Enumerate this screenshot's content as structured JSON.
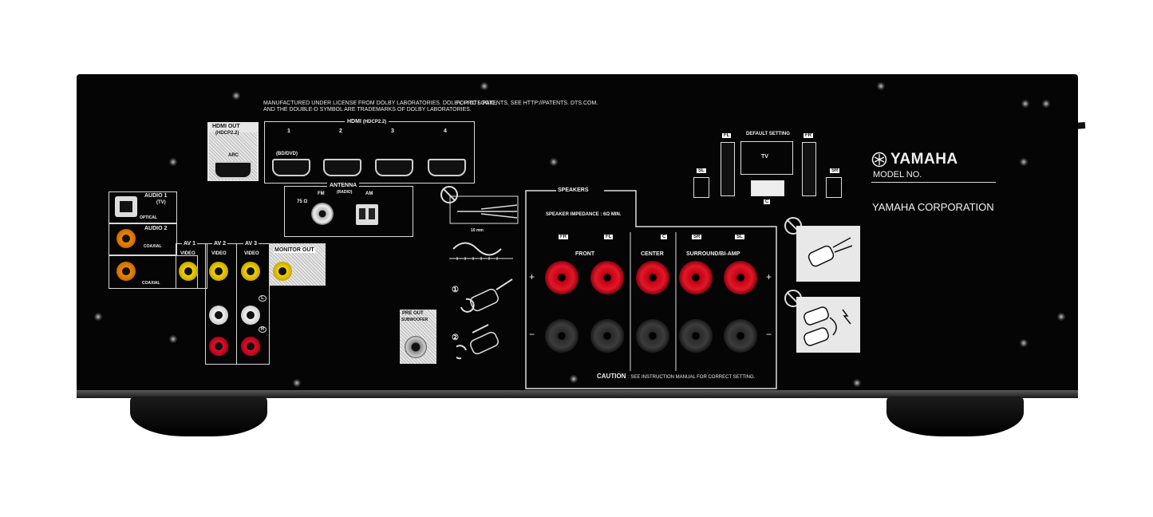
{
  "license": {
    "dolby": "MANUFACTURED UNDER LICENSE FROM DOLBY LABORATORIES. DOLBY, PRO LOGIC,\nAND THE DOUBLE-D SYMBOL ARE TRADEMARKS OF DOLBY LABORATORIES.",
    "dts": "FOR DTS PATENTS, SEE HTTP://PATENTS. DTS.COM."
  },
  "hdmi_out": {
    "title": "HDMI OUT",
    "sub": "(HDCP2.2)",
    "arc": "ARC"
  },
  "hdmi_in": {
    "title": "HDMI",
    "sub": "(HDCP2.2)",
    "ports": [
      "1",
      "2",
      "3",
      "4"
    ],
    "port1_sub": "(BD/DVD)"
  },
  "audio1": {
    "title": "AUDIO 1",
    "sub": "(TV)",
    "type": "OPTICAL"
  },
  "audio2": {
    "title": "AUDIO 2",
    "type": "COAXIAL"
  },
  "audio_coaxial": "COAXIAL",
  "antenna": {
    "title": "ANTENNA",
    "fm": "FM",
    "radio": "(RADIO)",
    "am": "AM",
    "ohm": "75 Ω"
  },
  "av": {
    "av1": "AV 1",
    "av2": "AV 2",
    "av3": "AV 3",
    "video": "VIDEO",
    "l": "L",
    "r": "R"
  },
  "monitor_out": "MONITOR OUT",
  "pre_out": {
    "title": "PRE OUT",
    "sub": "SUBWOOFER"
  },
  "speakers": {
    "title": "SPEAKERS",
    "impedance": "SPEAKER IMPEDANCE : 6Ω MIN.",
    "channel_tags": [
      "FR",
      "FL",
      "C",
      "SR",
      "SL"
    ],
    "front": "FRONT",
    "center": "CENTER",
    "surround": "SURROUND/BI-AMP",
    "caution": "CAUTION",
    "caution_text": ": SEE INSTRUCTION MANUAL FOR CORRECT SETTING.",
    "plus": "+",
    "minus": "−"
  },
  "wire_diagram": {
    "strip": "10 mm",
    "step1": "①",
    "step2": "②"
  },
  "default_setting": {
    "title": "DEFAULT SETTING",
    "tv": "TV",
    "fl": "FL",
    "fr": "FR",
    "sl": "SL",
    "sr": "SR",
    "c": "C"
  },
  "brand": {
    "logo": "YAMAHA",
    "model": "MODEL NO.",
    "corp": "YAMAHA CORPORATION"
  }
}
